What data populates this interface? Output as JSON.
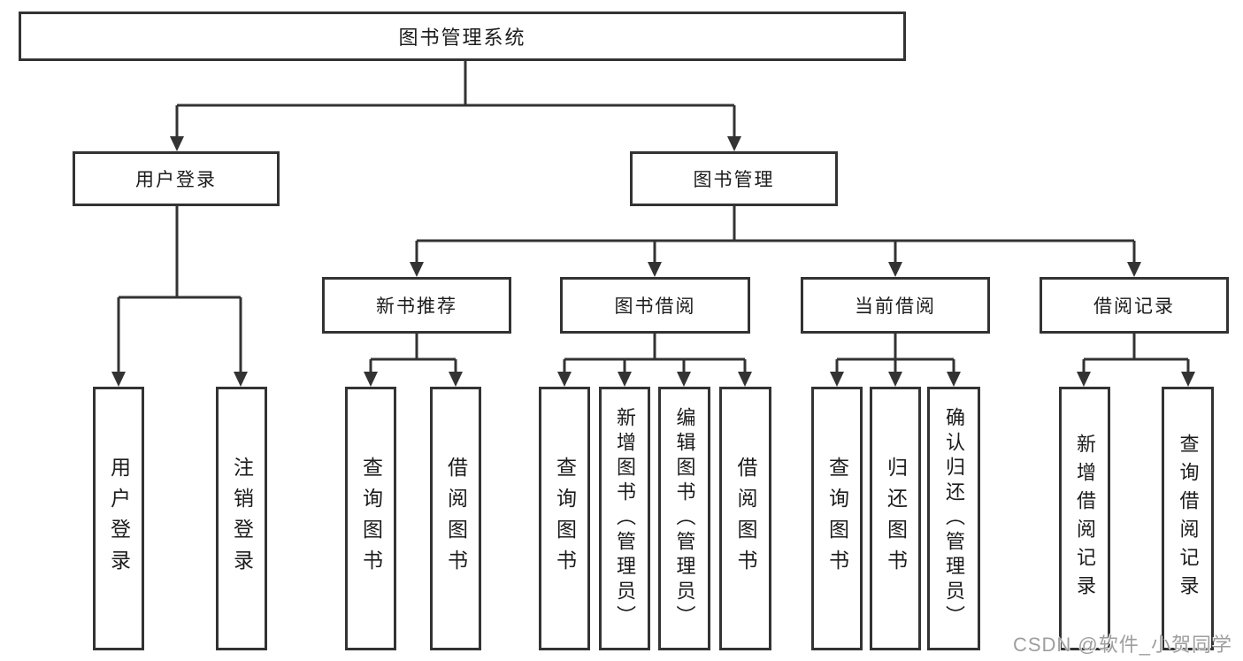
{
  "nodes": {
    "root": "图书管理系统",
    "user_login": "用户登录",
    "book_management": "图书管理",
    "new_book_recommend": "新书推荐",
    "book_borrowing": "图书借阅",
    "current_borrowing": "当前借阅",
    "borrowing_records": "借阅记录",
    "leaf_user_login": "用户登录",
    "leaf_logout": "注销登录",
    "leaf_query_book_a": "查询图书",
    "leaf_borrow_book_a": "借阅图书",
    "leaf_query_book_b": "查询图书",
    "leaf_add_book": "新增图书（管理员）",
    "leaf_edit_book": "编辑图书（管理员）",
    "leaf_borrow_book_b": "借阅图书",
    "leaf_query_book_c": "查询图书",
    "leaf_return_book": "归还图书",
    "leaf_confirm_return": "确认归还（管理员）",
    "leaf_add_borrow_record": "新增借阅记录",
    "leaf_query_borrow_record": "查询借阅记录"
  },
  "watermark": "CSDN @软件_小贺同学",
  "colors": {
    "line": "#333333",
    "box_fill": "#ffffff",
    "background": "#ffffff",
    "watermark": "#9e9e9e"
  }
}
